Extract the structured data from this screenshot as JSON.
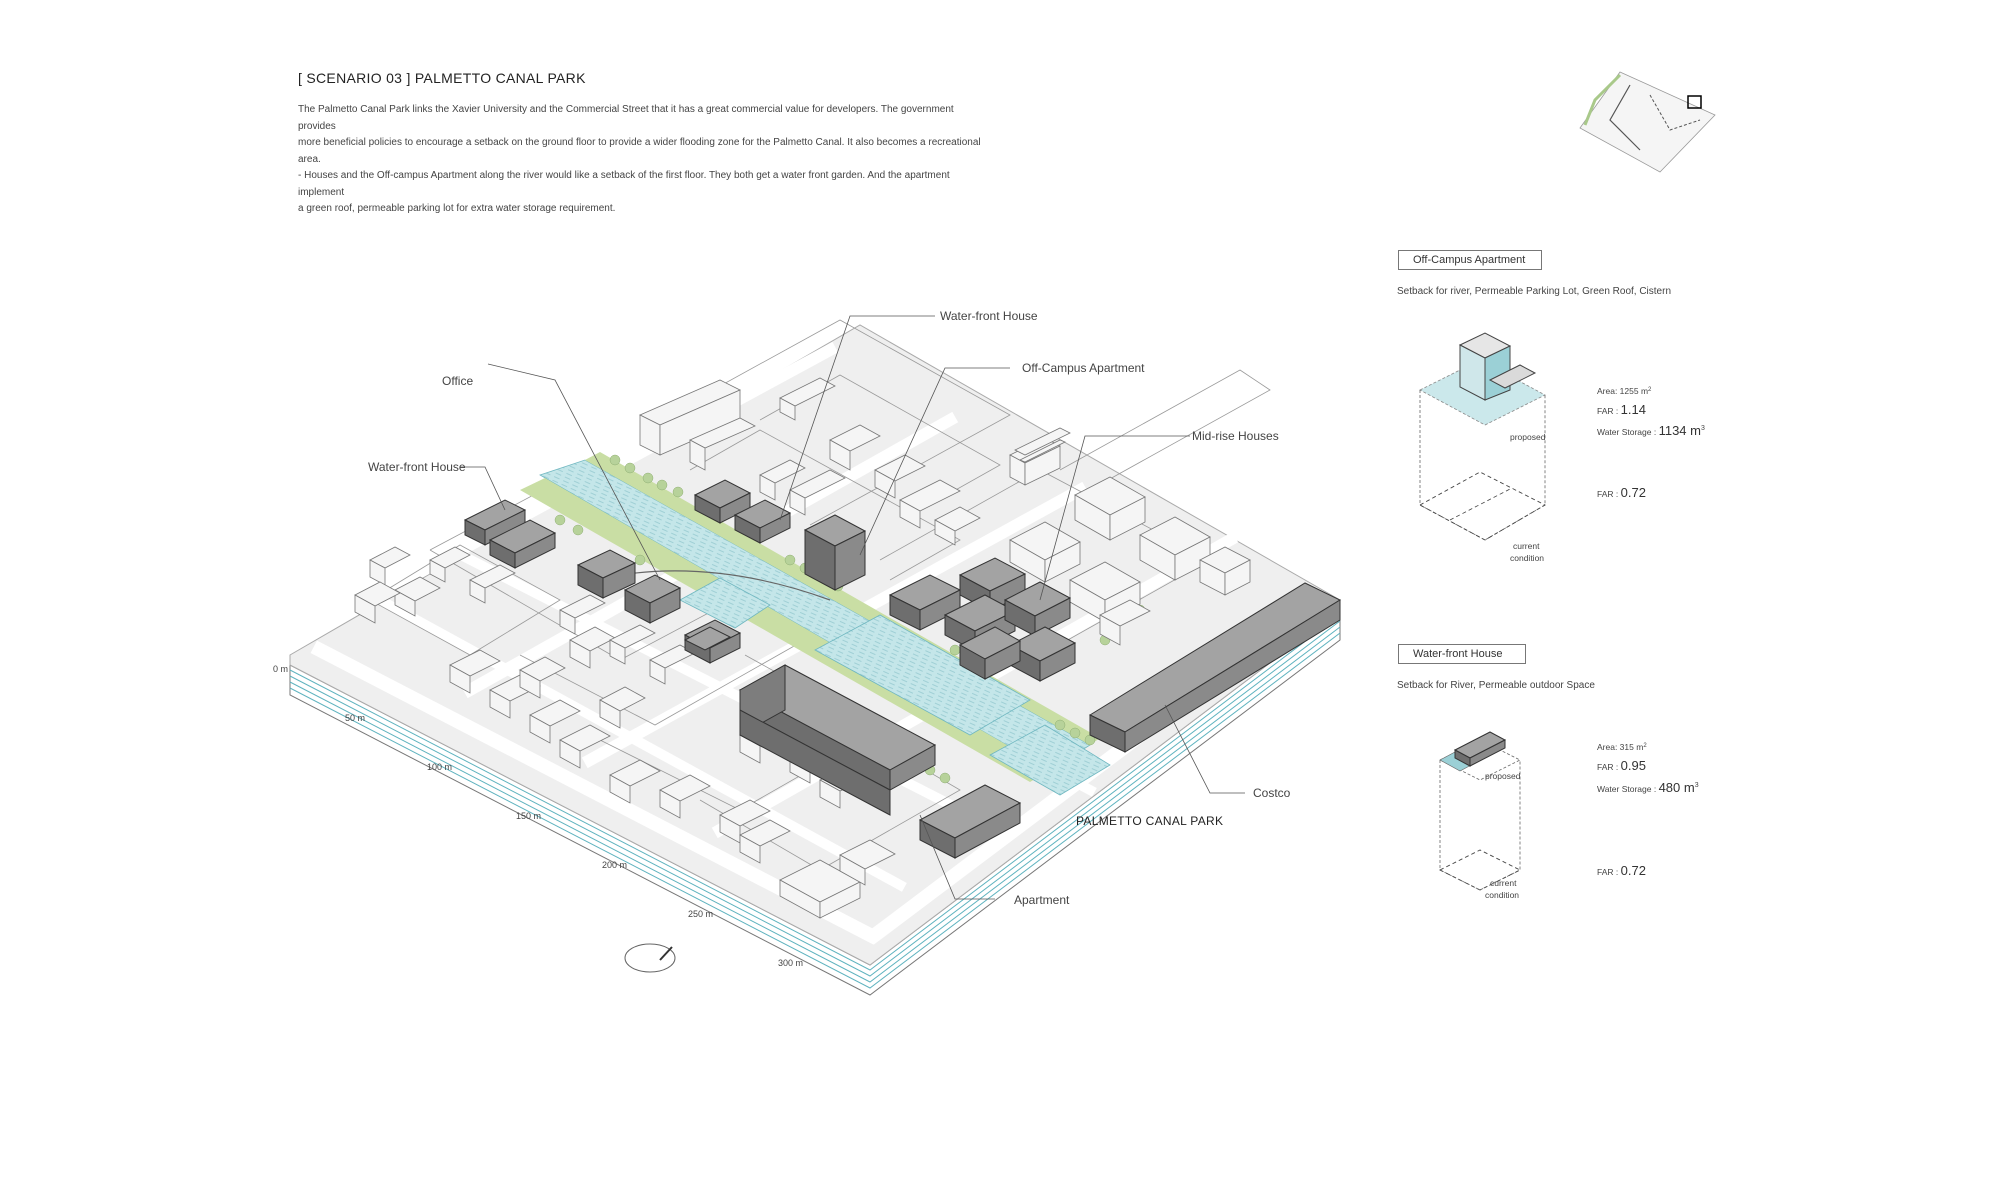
{
  "header": {
    "title": "[ SCENARIO 03 ] PALMETTO CANAL PARK",
    "description": [
      "The Palmetto Canal Park links the Xavier University and the Commercial Street that it has a great commercial value for developers. The government provides",
      "more beneficial policies to encourage a setback on the ground floor to provide a wider flooding zone for the Palmetto Canal. It also becomes a recreational area.",
      "- Houses and the Off-campus Apartment along the river would like a setback of the first floor. They both get a water front garden. And the apartment implement",
      "a green roof, permeable parking lot for extra water storage requirement."
    ]
  },
  "callouts": {
    "waterfront_house_top": "Water-front House",
    "office": "Office",
    "offcampus_apartment": "Off-Campus Apartment",
    "midrise_houses": "Mid-rise Houses",
    "waterfront_house_left": "Water-front House",
    "costco": "Costco",
    "apartment": "Apartment",
    "park_name": "PALMETTO CANAL PARK"
  },
  "scale_bar": [
    "0 m",
    "50 m",
    "100 m",
    "150 m",
    "200 m",
    "250 m",
    "300 m"
  ],
  "panels": {
    "offcampus": {
      "title": "Off-Campus Apartment",
      "subtitle": "Setback for river, Permeable Parking Lot, Green Roof, Cistern",
      "area_label": "Area: 1255 m",
      "area_sup": "2",
      "far_label": "FAR : ",
      "far_value": "1.14",
      "storage_label": "Water Storage : ",
      "storage_value": "1134 m",
      "storage_sup": "3",
      "proposed": "proposed",
      "current_far_label": "FAR : ",
      "current_far_value": "0.72",
      "current_1": "current",
      "current_2": "condition"
    },
    "waterfront": {
      "title": "Water-front House",
      "subtitle": "Setback for River, Permeable outdoor Space",
      "area_label": "Area: 315 m",
      "area_sup": "2",
      "far_label": "FAR : ",
      "far_value": "0.95",
      "storage_label": "Water Storage : ",
      "storage_value": "480 m",
      "storage_sup": "3",
      "proposed": "proposed",
      "current_far_label": "FAR : ",
      "current_far_value": "0.72",
      "current_1": "current",
      "current_2": "condition"
    }
  },
  "colors": {
    "canal": "#bfe3e6",
    "canal_line": "#8fc8cf",
    "green": "#c6dba0",
    "tree": "#a9c98a",
    "highlight_building": "#7b7b7b",
    "context_building": "#f1f1f1",
    "ground": "#f0f0f0",
    "road": "#ffffff"
  }
}
